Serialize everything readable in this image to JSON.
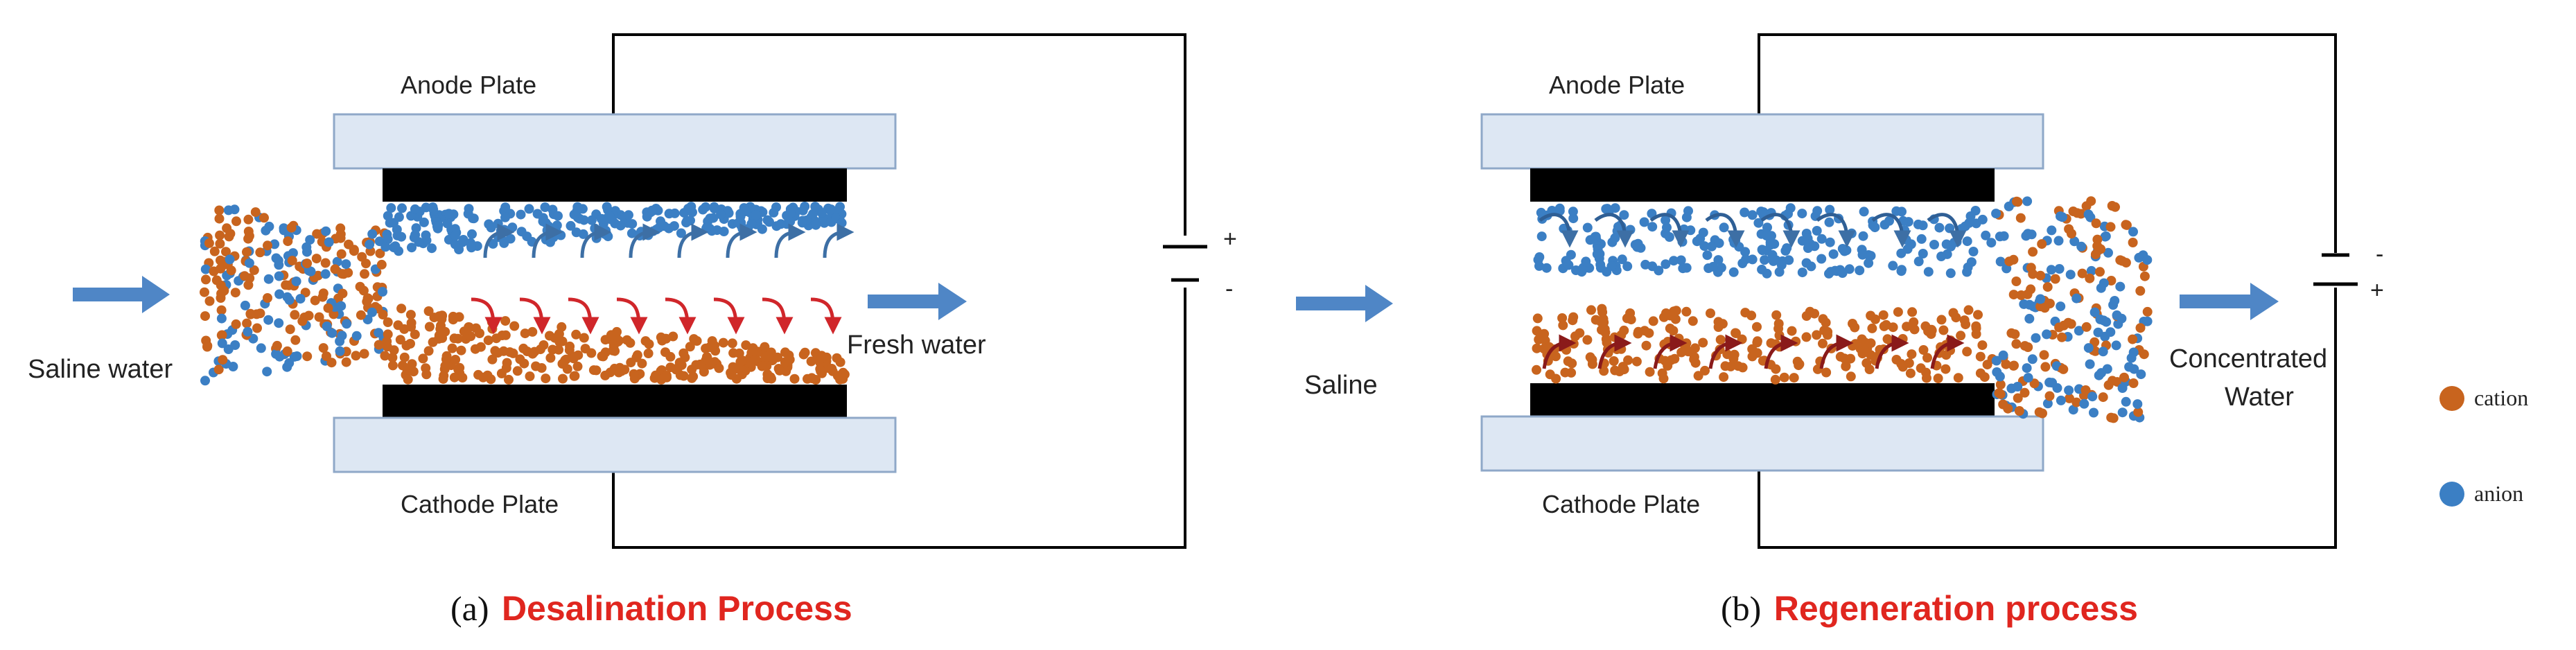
{
  "panel_a": {
    "anode_label": "Anode Plate",
    "cathode_label": "Cathode Plate",
    "inlet_label": "Saline water",
    "outlet_label": "Fresh water",
    "battery_top_sign": "+",
    "battery_bottom_sign": "-",
    "caption_prefix": "(a)",
    "caption_title": "Desalination Process"
  },
  "panel_b": {
    "anode_label": "Anode Plate",
    "cathode_label": "Cathode Plate",
    "inlet_label": "Saline",
    "outlet_label_line1": "Concentrated",
    "outlet_label_line2": "Water",
    "battery_top_sign": "-",
    "battery_bottom_sign": "+",
    "caption_prefix": "(b)",
    "caption_title": "Regeneration process"
  },
  "legend": {
    "cation_label": "cation",
    "anion_label": "anion"
  },
  "colors": {
    "cation": "#c8641e",
    "anion": "#3b7fc4",
    "flow_arrow": "#4f86c6",
    "anion_arrow": "#3d6fa5",
    "cation_arrow": "#d0262a",
    "regen_cation_arrow": "#8a1a1a",
    "caption_accent": "#e0261f",
    "plate_fill": "#dde7f3",
    "plate_border": "#8fa8c8",
    "electrode": "#000000",
    "wire": "#000000"
  }
}
